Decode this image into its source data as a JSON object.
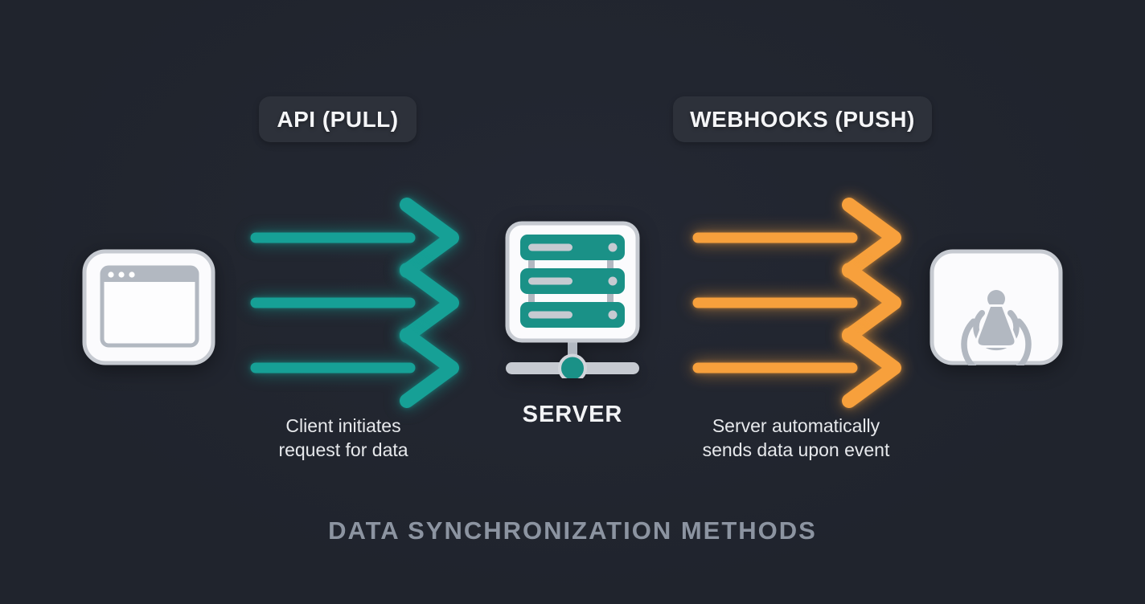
{
  "colors": {
    "canvas_bg": "#20242d",
    "canvas_bg_light": "#242833",
    "accent_pull": "#16a096",
    "accent_push": "#f7a03c",
    "server_fill": "#1a9187",
    "badge_bg": "#2d313a",
    "badge_text": "#f4f5f7",
    "caption_text": "#e7e9ec",
    "server_label_text": "#f2f3f5",
    "title_text": "#8c94a1",
    "icon_fill": "#fbfbfd",
    "icon_border": "#c6cad1",
    "icon_gray": "#b2b8c1"
  },
  "badges": {
    "pull": "API (PULL)",
    "push": "WEBHOOKS (PUSH)"
  },
  "labels": {
    "server": "SERVER",
    "pull_caption_line1": "Client initiates",
    "pull_caption_line2": "request for data",
    "push_caption_line1": "Server automatically",
    "push_caption_line2": "sends data upon event",
    "title": "DATA SYNCHRONIZATION METHODS"
  },
  "diagram": {
    "nodes": [
      "client-browser-window",
      "server",
      "webhook-receiver-broadcast"
    ],
    "pull_arrow_count": 3,
    "push_arrow_count": 3,
    "pull_direction": "client-to-server",
    "push_direction": "server-to-receiver"
  }
}
